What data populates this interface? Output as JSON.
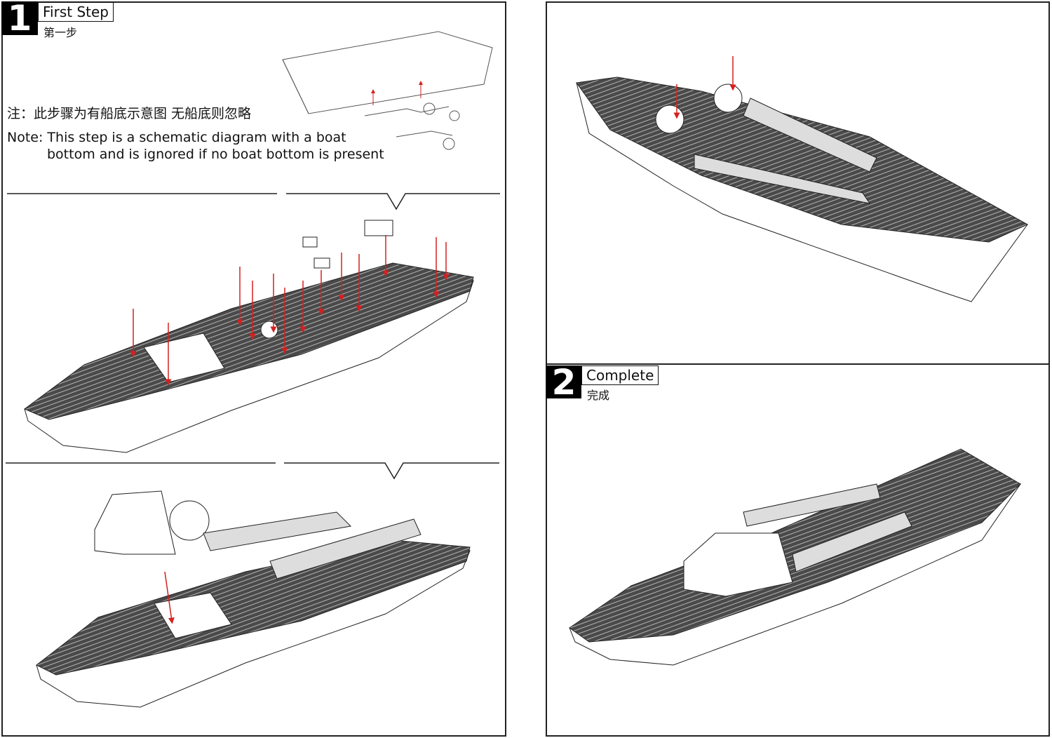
{
  "step1": {
    "number": "1",
    "title": "First Step",
    "title_cn": "第一步",
    "note_cn": "注：此步骤为有船底示意图 无船底则忽略",
    "note_en_line1": "Note: This step is a schematic diagram with a boat",
    "note_en_line2": "bottom and is ignored if no boat bottom is present"
  },
  "step2": {
    "number": "2",
    "title": "Complete",
    "title_cn": "完成"
  },
  "colors": {
    "arrow": "#d42020",
    "deck": "#555555",
    "line": "#222222"
  }
}
